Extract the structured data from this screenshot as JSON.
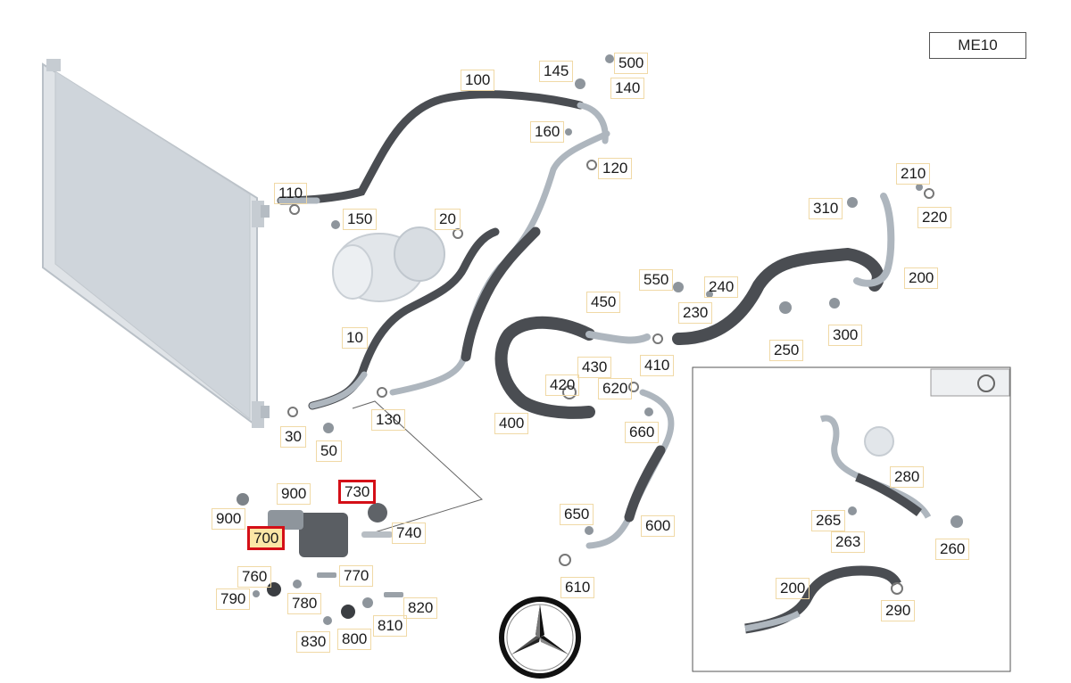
{
  "diagram_code": "ME10",
  "labels": {
    "l100": "100",
    "l145": "145",
    "l500": "500",
    "l140": "140",
    "l160": "160",
    "l120": "120",
    "l110": "110",
    "l150": "150",
    "l20": "20",
    "l10": "10",
    "l30": "30",
    "l50": "50",
    "l130": "130",
    "l210": "210",
    "l220": "220",
    "l310": "310",
    "l200a": "200",
    "l550": "550",
    "l240": "240",
    "l450": "450",
    "l230": "230",
    "l250": "250",
    "l300": "300",
    "l430": "430",
    "l410": "410",
    "l420": "420",
    "l620": "620",
    "l400": "400",
    "l660": "660",
    "l650": "650",
    "l600": "600",
    "l610": "610",
    "l900a": "900",
    "l900b": "900",
    "l730": "730",
    "l700": "700",
    "l740": "740",
    "l760": "760",
    "l770": "770",
    "l790": "790",
    "l780": "780",
    "l820": "820",
    "l810": "810",
    "l830": "830",
    "l800": "800",
    "l280": "280",
    "l265": "265",
    "l263": "263",
    "l260": "260",
    "l200b": "200",
    "l290": "290"
  },
  "highlighted_parts": [
    "730",
    "700"
  ],
  "colors": {
    "highlight_border": "#d40f17",
    "highlight_fill": "#fbe7a6",
    "label_border": "#f0d9a6",
    "hose": "#4a4d52",
    "pipe": "#aeb6be",
    "condenser": "#d4d9de"
  },
  "logo": "mercedes-star-logo"
}
